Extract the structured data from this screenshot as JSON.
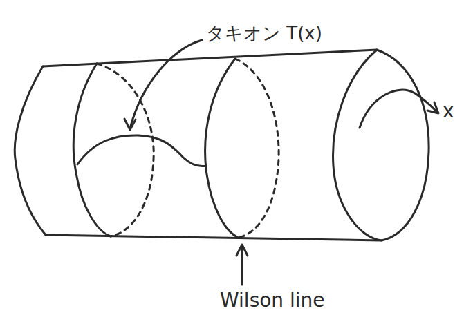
{
  "diagram": {
    "labels": [
      "タキオン T(x)",
      "Wilson line",
      "x"
    ]
  }
}
